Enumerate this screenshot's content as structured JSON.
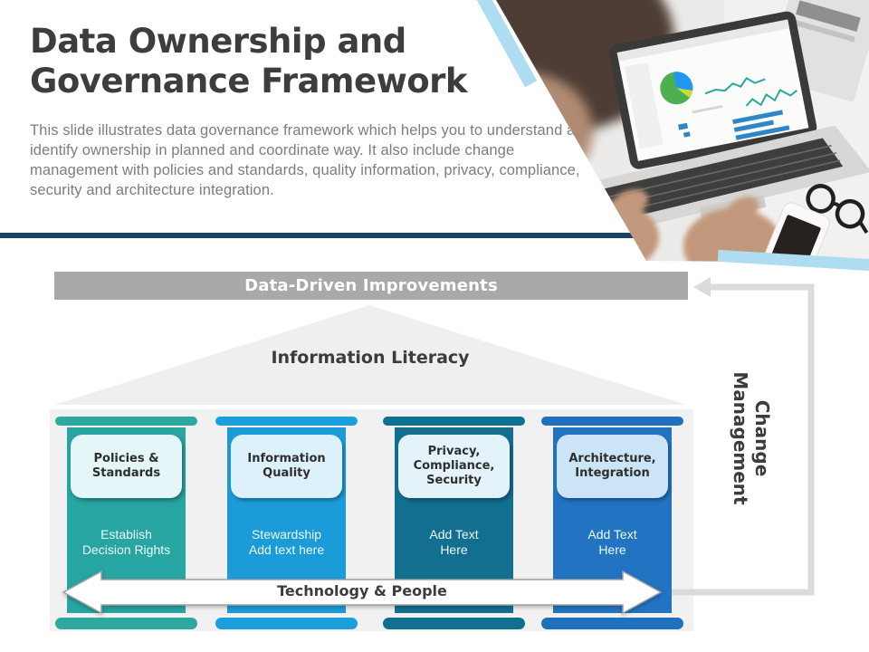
{
  "slide": {
    "title": {
      "line1": "Data Ownership and",
      "line2": "Governance Framework"
    },
    "description_lines": [
      "This slide illustrates data governance framework which helps you to understand and",
      "identify ownership in planned and coordinate way. It also include change",
      "management  with policies and standards, quality information, privacy, compliance,",
      "security and architecture integration."
    ]
  },
  "diagram": {
    "top_bar_label": "Data-Driven Improvements",
    "triangle_label": "Information Literacy",
    "bottom_arrow_label": "Technology & People",
    "side_label_line1": "Change",
    "side_label_line2": "Management",
    "columns": [
      {
        "header": "Policies & Standards",
        "body_line1": "Establish",
        "body_line2": "Decision Rights",
        "color": "#27a5a2",
        "pill_color": "#2fa8a1",
        "header_bg": "#e4f6f7"
      },
      {
        "header": "Information Quality",
        "body_line1": "Stewardship",
        "body_line2": "Add text here",
        "color": "#1b9cd9",
        "pill_color": "#1ba0dc",
        "header_bg": "#dcf1fa"
      },
      {
        "header": "Privacy, Compliance, Security",
        "body_line1": "Add Text",
        "body_line2": "Here",
        "color": "#136f90",
        "pill_color": "#10708f",
        "header_bg": "#e4f3fa"
      },
      {
        "header": "Architecture, Integration",
        "body_line1": "Add Text",
        "body_line2": "Here",
        "color": "#2274c2",
        "pill_color": "#1f71be",
        "header_bg": "#cbe4f6"
      }
    ]
  },
  "colors": {
    "navy_rule": "#17436b",
    "bar_gray": "#a9a9a9",
    "loop_gray": "#dbdbdb",
    "accent_lightblue": "#aedcf0",
    "title_text": "#3d3d3d",
    "description_text": "#7d7d7d"
  }
}
